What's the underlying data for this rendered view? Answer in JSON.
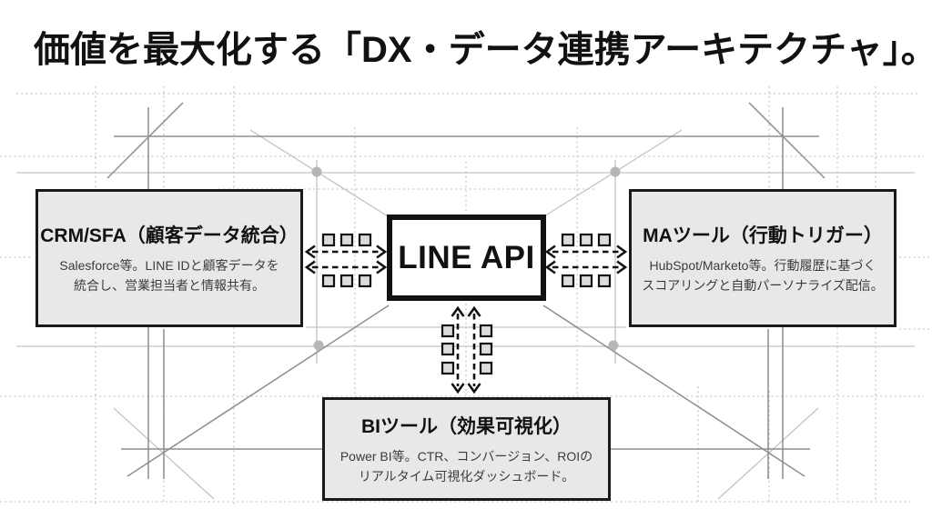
{
  "title": "価値を最大化する「DX・データ連携アーキテクチャ」。",
  "center_node": {
    "label": "LINE API"
  },
  "nodes": {
    "crm": {
      "title": "CRM/SFA（顧客データ統合）",
      "body_lines": [
        "Salesforce等。LINE IDと顧客データを",
        "統合し、営業担当者と情報共有。"
      ]
    },
    "ma": {
      "title": "MAツール（行動トリガー）",
      "body_lines": [
        "HubSpot/Marketo等。行動履歴に基づく",
        "スコアリングと自動パーソナライズ配信。"
      ]
    },
    "bi": {
      "title": "BIツール（効果可視化）",
      "body_lines": [
        "Power BI等。CTR、コンバージョン、ROIの",
        "リアルタイム可視化ダッシュボード。"
      ]
    }
  },
  "icons": {
    "data_packet_icon": "▢",
    "guide_dot_icon": "●"
  },
  "colors": {
    "background": "#ffffff",
    "title_text": "#111111",
    "node_fill": "#e8e8e8",
    "node_border": "#1a1a1a",
    "center_fill": "#ffffff",
    "connector": "#111111",
    "body_text": "#3c3c3c",
    "grid_dark": "#8d8d8d",
    "grid_light": "#c3c3c3",
    "grid_dotted": "#c9c9c9",
    "guide_dot": "#b6b6b6"
  }
}
